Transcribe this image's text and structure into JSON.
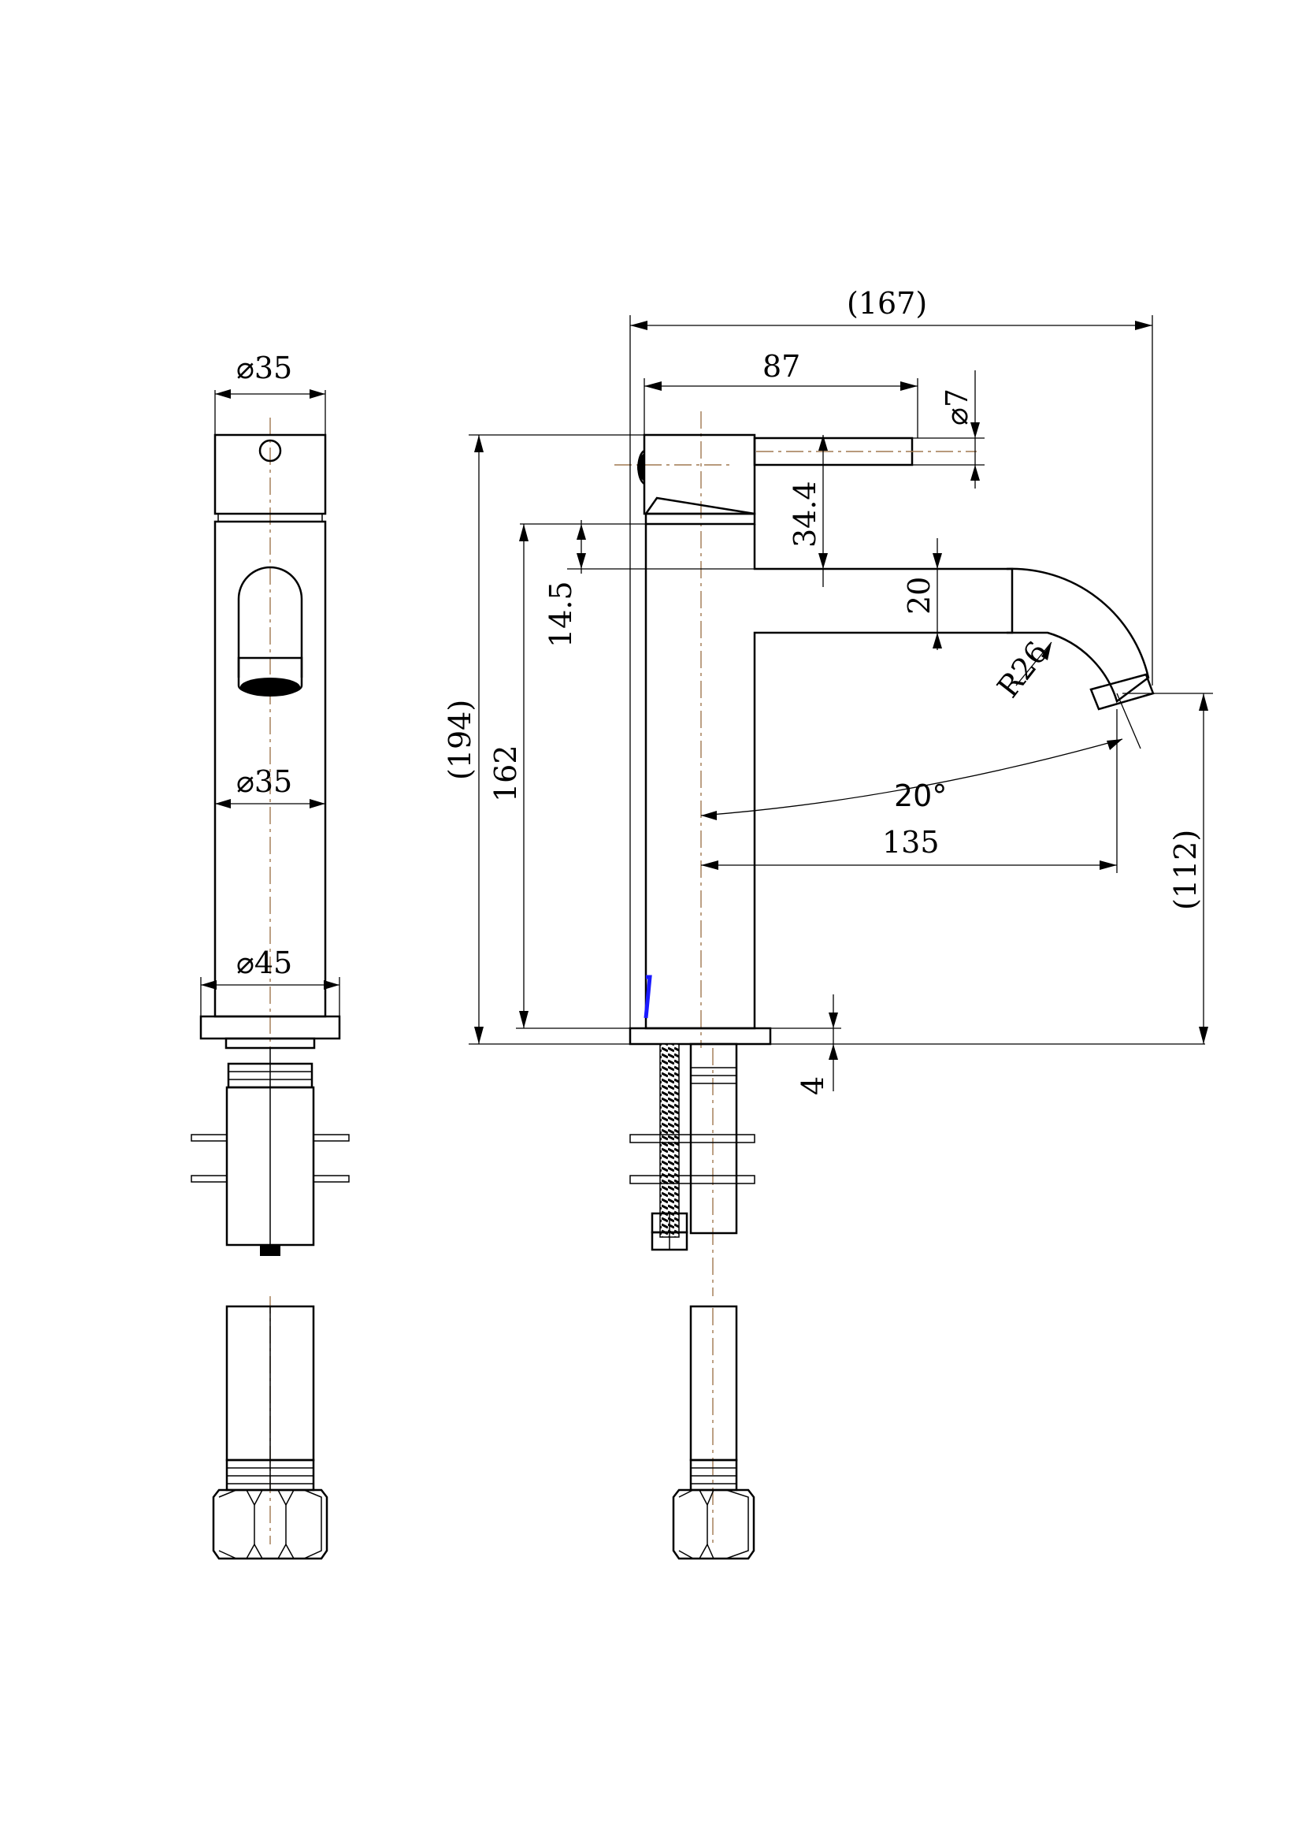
{
  "side_view": {
    "dim_top_diameter": "⌀35",
    "dim_body_diameter": "⌀35",
    "dim_base_diameter": "⌀45"
  },
  "front_view": {
    "dim_overall_width": "(167)",
    "dim_lever_length": "87",
    "dim_lever_diameter": "⌀7",
    "dim_handle_height": "34.4",
    "dim_spout_offset": "14.5",
    "dim_spout_thickness": "20",
    "dim_radius": "R26",
    "dim_angle": "20°",
    "dim_reach": "135",
    "dim_overall_height": "(194)",
    "dim_body_height": "162",
    "dim_outlet_height": "(112)",
    "dim_base_thickness": "4"
  },
  "colors": {
    "line": "#000000",
    "centerline": "#a07850",
    "accent": "#1a1aff"
  }
}
